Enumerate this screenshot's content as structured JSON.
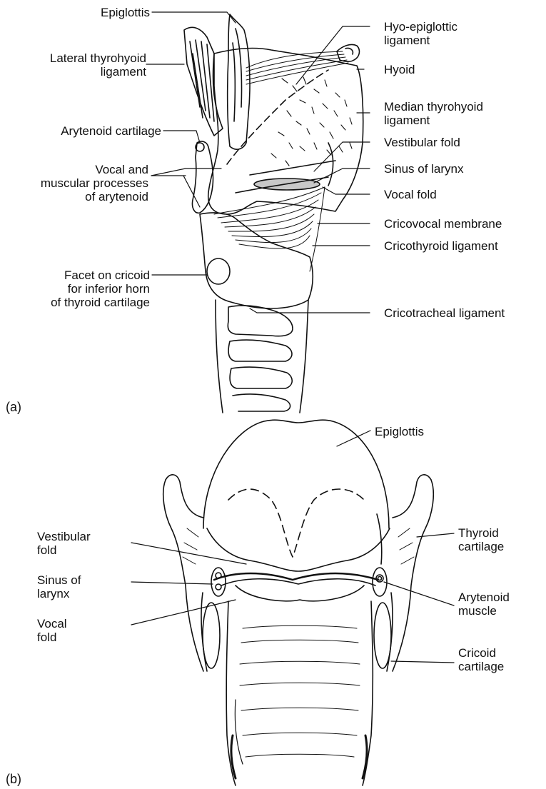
{
  "panel_a": {
    "panel_label": "(a)",
    "labels": {
      "epiglottis": "Epiglottis",
      "lateral_thyrohyoid": "Lateral thyrohyoid\nligament",
      "arytenoid_cartilage": "Arytenoid cartilage",
      "vocal_muscular": "Vocal and\nmuscular processes\nof arytenoid",
      "facet_cricoid": "Facet on cricoid\nfor inferior horn\nof thyroid cartilage",
      "hyo_epiglottic": "Hyo-epiglottic\nligament",
      "hyoid": "Hyoid",
      "median_thyrohyoid": "Median thyrohyoid\nligament",
      "vestibular_fold": "Vestibular fold",
      "sinus_of_larynx": "Sinus of larynx",
      "vocal_fold": "Vocal fold",
      "cricovocal_membrane": "Cricovocal membrane",
      "cricothyroid_ligament": "Cricothyroid ligament",
      "cricotracheal_ligament": "Cricotracheal ligament"
    }
  },
  "panel_b": {
    "panel_label": "(b)",
    "labels": {
      "epiglottis": "Epiglottis",
      "vestibular_fold": "Vestibular\nfold",
      "sinus_of_larynx": "Sinus of\nlarynx",
      "vocal_fold": "Vocal\nfold",
      "thyroid_cartilage": "Thyroid\ncartilage",
      "arytenoid_muscle": "Arytenoid\nmuscle",
      "cricoid_cartilage": "Cricoid\ncartilage"
    }
  },
  "colors": {
    "ink": "#111111",
    "sinus_fill": "#c8c8c8",
    "background": "#ffffff"
  }
}
